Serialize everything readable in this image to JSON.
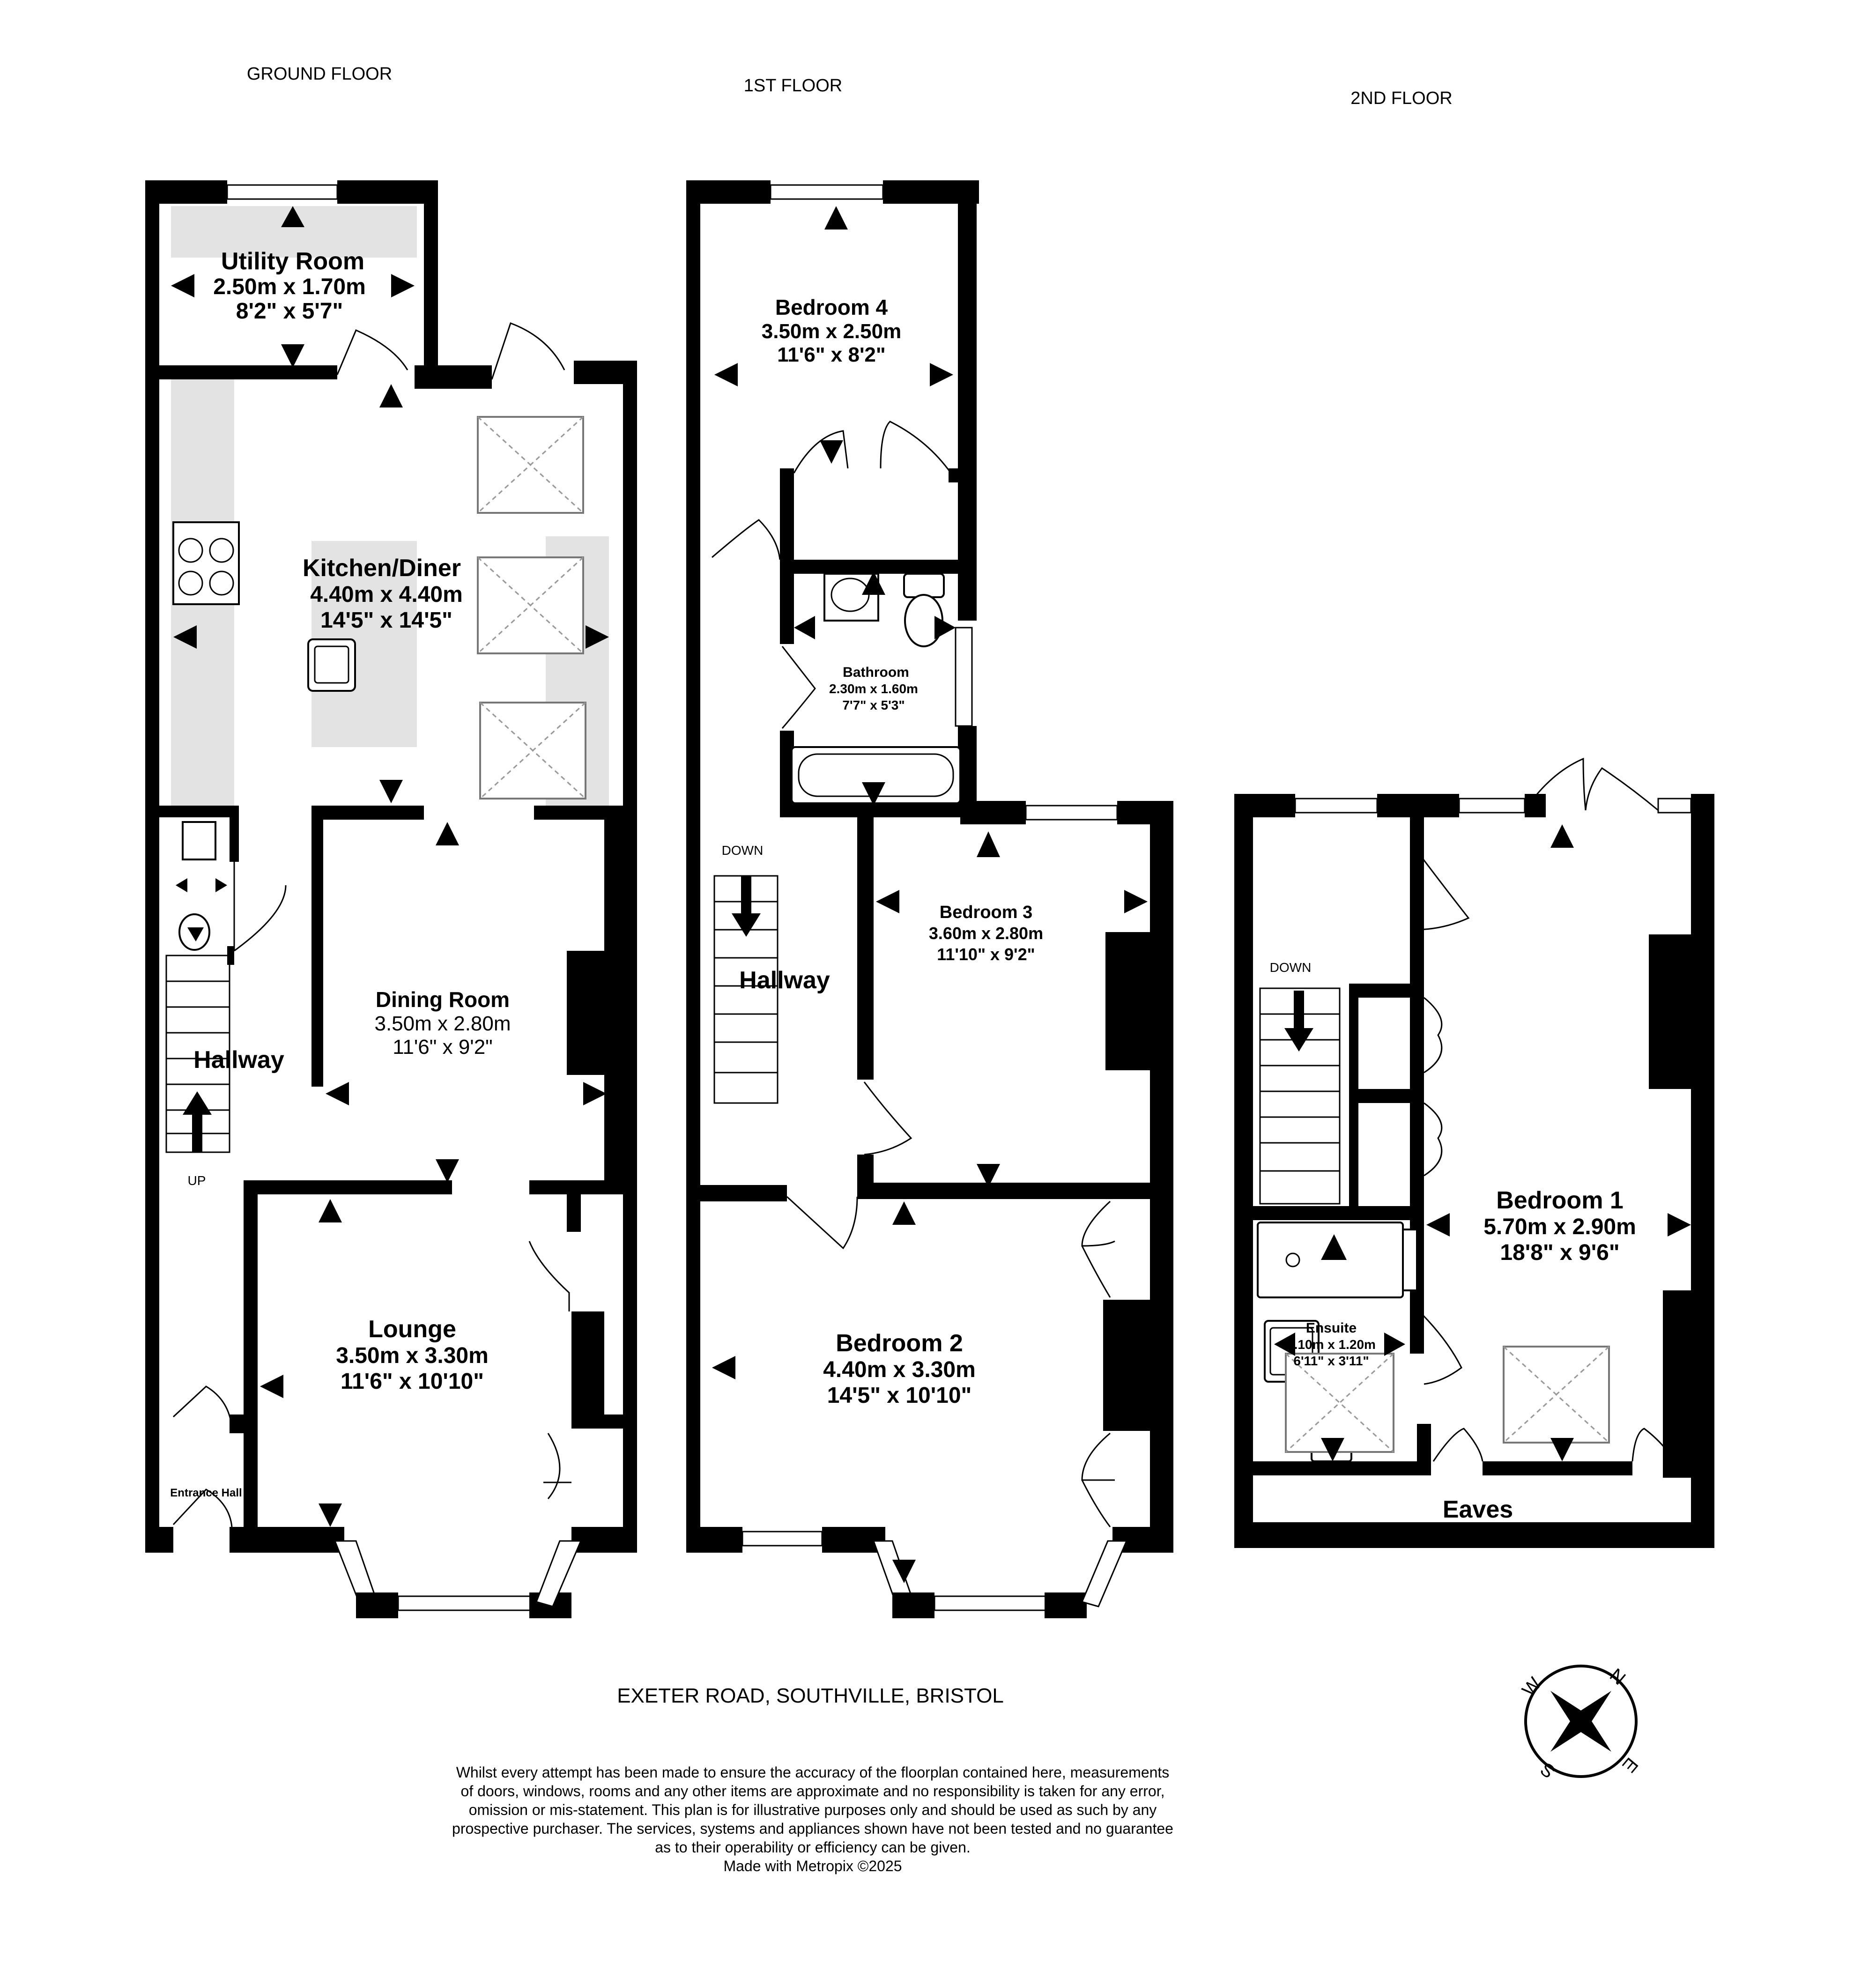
{
  "floors": {
    "ground": {
      "label": "GROUND FLOOR",
      "rooms": {
        "utility": {
          "name": "Utility Room",
          "metric": "2.50m  x 1.70m",
          "imperial": "8'2\"  x 5'7\""
        },
        "kitchen": {
          "name": "Kitchen/Diner",
          "metric": "4.40m  x 4.40m",
          "imperial": "14'5\"  x 14'5\""
        },
        "dining": {
          "name": "Dining Room",
          "metric": "3.50m  x 2.80m",
          "imperial": "11'6\"  x 9'2\""
        },
        "lounge": {
          "name": "Lounge",
          "metric": "3.50m  x 3.30m",
          "imperial": "11'6\"  x 10'10\""
        },
        "hallway": {
          "name": "Hallway"
        },
        "entrance": {
          "name": "Entrance Hall"
        }
      },
      "stair_label": "UP"
    },
    "first": {
      "label": "1ST FLOOR",
      "rooms": {
        "bedroom4": {
          "name": "Bedroom 4",
          "metric": "3.50m  x 2.50m",
          "imperial": "11'6\"  x 8'2\""
        },
        "bathroom": {
          "name": "Bathroom",
          "metric": "2.30m  x 1.60m",
          "imperial": "7'7\"  x 5'3\""
        },
        "bedroom3": {
          "name": "Bedroom 3",
          "metric": "3.60m  x 2.80m",
          "imperial": "11'10\"  x 9'2\""
        },
        "bedroom2": {
          "name": "Bedroom 2",
          "metric": "4.40m  x 3.30m",
          "imperial": "14'5\"  x 10'10\""
        },
        "hallway": {
          "name": "Hallway"
        }
      },
      "stair_label": "DOWN"
    },
    "second": {
      "label": "2ND FLOOR",
      "rooms": {
        "bedroom1": {
          "name": "Bedroom 1",
          "metric": "5.70m  x 2.90m",
          "imperial": "18'8\"  x 9'6\""
        },
        "ensuite": {
          "name": "Ensuite",
          "metric": "2.10m  x 1.20m",
          "imperial": "6'11\"  x 3'11\""
        },
        "eaves": {
          "name": "Eaves"
        }
      },
      "stair_label": "DOWN"
    }
  },
  "address": "EXETER ROAD, SOUTHVILLE, BRISTOL",
  "disclaimer": [
    "Whilst every attempt has been made to ensure the accuracy of the floorplan contained here, measurements",
    "of doors, windows, rooms and any other items are approximate and no responsibility is taken for any error,",
    "omission or mis-statement. This plan is for illustrative purposes only and should be used as such by any",
    "prospective purchaser. The services, systems and appliances shown have not been tested and no guarantee",
    "as to their operability or efficiency can be given.",
    "Made with Metropix ©2025"
  ],
  "compass": {
    "n": "N",
    "e": "E",
    "s": "S",
    "w": "W"
  }
}
